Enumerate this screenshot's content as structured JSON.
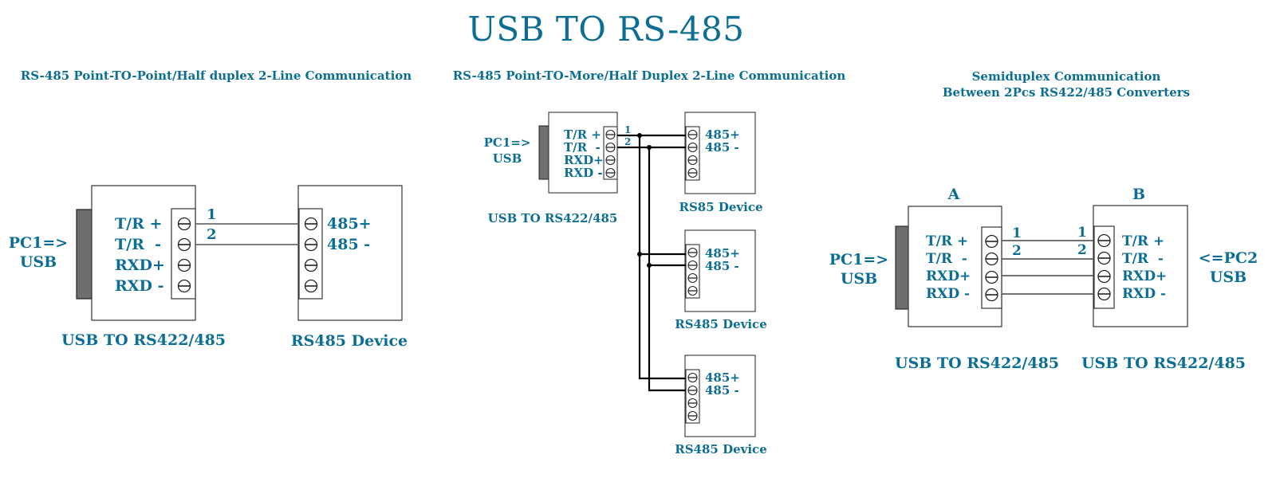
{
  "title": "USB TO RS-485",
  "colors": {
    "text": "#0d6e93",
    "line": "#000000",
    "connector": "#6e6e6e",
    "box": "#333333"
  },
  "icons": {
    "screw": "screw-terminal-icon",
    "usb_plug": "usb-plug-icon",
    "junction": "junction-dot-icon"
  },
  "diagram1": {
    "title": "RS-485 Point-TO-Point/Half duplex 2-Line Communication",
    "pc_label_line1": "PC1=>",
    "pc_label_line2": "USB",
    "converter_pins": [
      "T/R +",
      "T/R  -",
      "RXD+",
      "RXD -"
    ],
    "device_pins": [
      "485+",
      "485 -"
    ],
    "wire_numbers": [
      "1",
      "2"
    ],
    "converter_caption": "USB TO RS422/485",
    "device_caption": "RS485 Device"
  },
  "diagram2": {
    "title": "RS-485 Point-TO-More/Half Duplex 2-Line Communication",
    "pc_label_line1": "PC1=>",
    "pc_label_line2": "USB",
    "converter_pins": [
      "T/R +",
      "T/R  -",
      "RXD+",
      "RXD -"
    ],
    "wire_numbers": [
      "1",
      "2"
    ],
    "converter_caption": "USB TO RS422/485",
    "devices": [
      {
        "pins": [
          "485+",
          "485 -"
        ],
        "caption": "RS85 Device"
      },
      {
        "pins": [
          "485+",
          "485 -"
        ],
        "caption": "RS485 Device"
      },
      {
        "pins": [
          "485+",
          "485 -"
        ],
        "caption": "RS485 Device"
      }
    ]
  },
  "diagram3": {
    "title_line1": "Semiduplex Communication",
    "title_line2": "Between 2Pcs RS422/485 Converters",
    "label_a": "A",
    "label_b": "B",
    "pc1_line1": "PC1=>",
    "pc1_line2": "USB",
    "pc2_line1": "<=PC2",
    "pc2_line2": "USB",
    "pins_a": [
      "T/R +",
      "T/R  -",
      "RXD+",
      "RXD -"
    ],
    "pins_b": [
      "T/R +",
      "T/R  -",
      "RXD+",
      "RXD -"
    ],
    "wire_numbers_a": [
      "1",
      "2"
    ],
    "wire_numbers_b": [
      "1",
      "2"
    ],
    "caption_a": "USB TO RS422/485",
    "caption_b": "USB TO RS422/485"
  }
}
